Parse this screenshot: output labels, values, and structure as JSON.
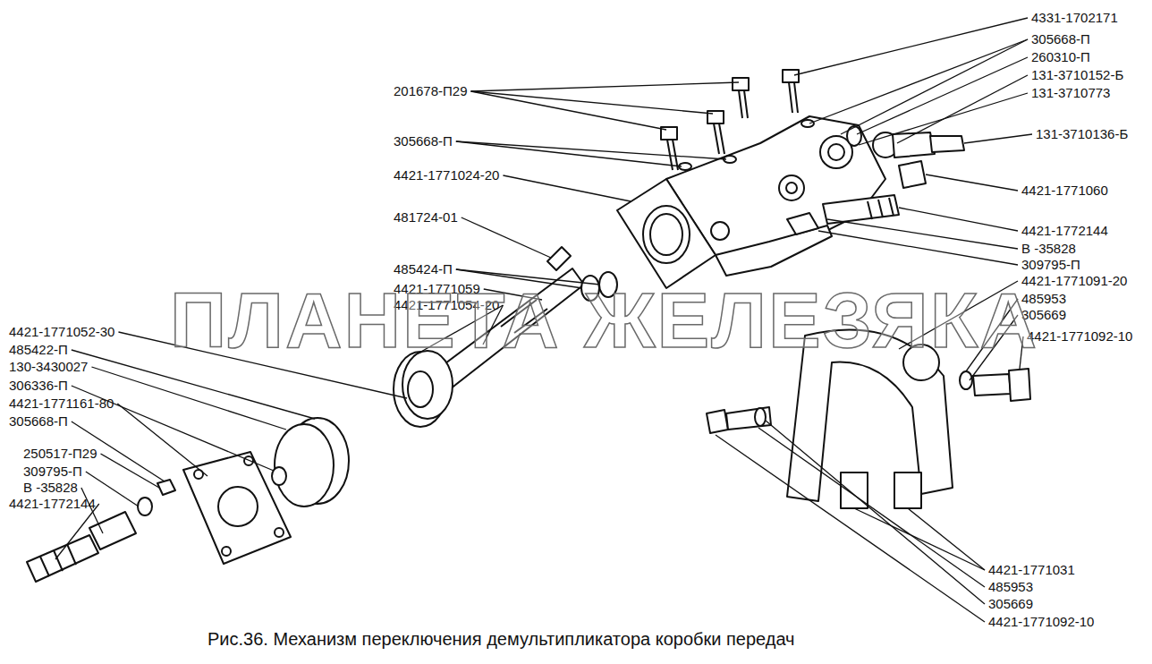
{
  "diagram": {
    "caption": "Рис.36. Механизм переключения демультипликатора коробки передач",
    "labels": [
      "4331-1702171",
      "305668-П",
      "260310-П",
      "131-3710152-Б",
      "131-3710773",
      "131-3710136-Б",
      "4421-1771060",
      "4421-1772144",
      "В -35828",
      "309795-П",
      "4421-1771091-20",
      "485953",
      "305669",
      "4421-1771092-10",
      "201678-П29",
      "305668-П",
      "4421-1771024-20",
      "481724-01",
      "485424-П",
      "4421-1771059",
      "4421-1771054-20",
      "4421-1771052-30",
      "485422-П",
      "130-3430027",
      "306336-П",
      "4421-1771161-80",
      "305668-П",
      "250517-П29",
      "309795-П",
      "В -35828",
      "4421-1772144",
      "4421-1771031",
      "485953",
      "305669",
      "4421-1771092-10",
      "ПЛАНЕТА ЖЕЛЕЗЯКА"
    ]
  }
}
